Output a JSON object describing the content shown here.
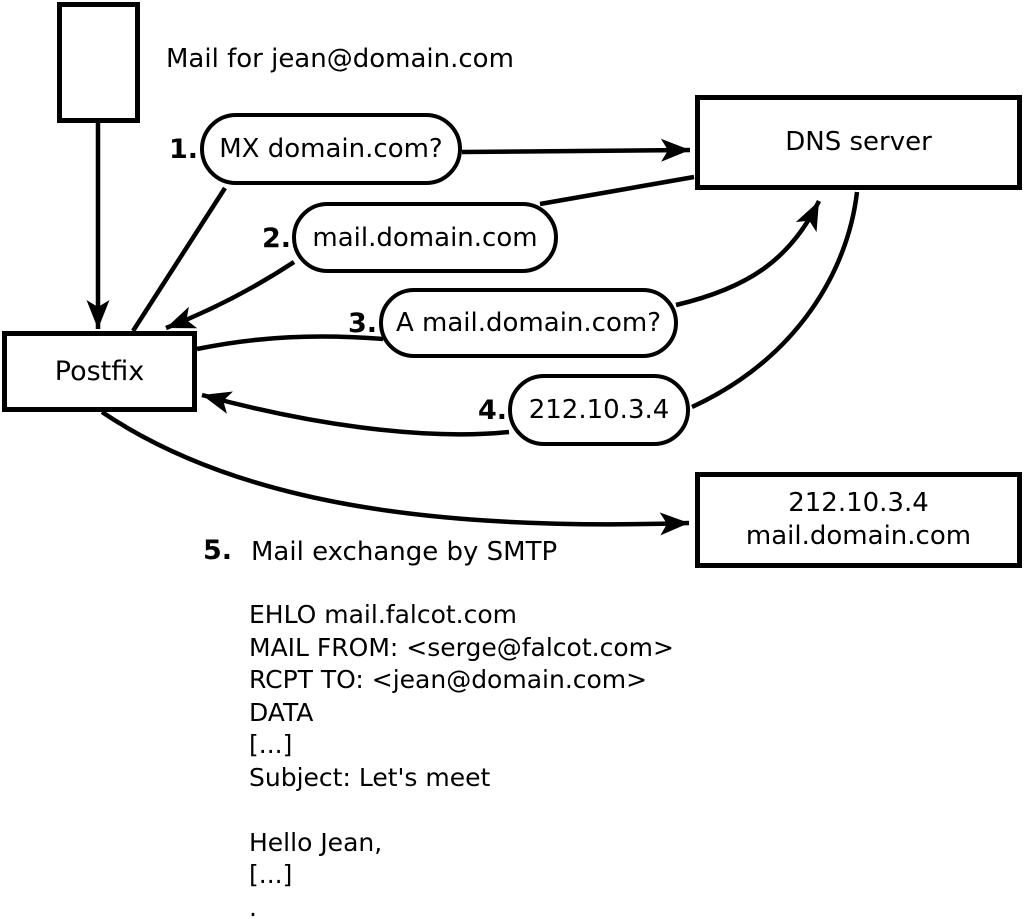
{
  "colors": {
    "ink": "#000000",
    "background": "#ffffff"
  },
  "title": "Mail for jean@domain.com",
  "nodes": {
    "postfix": {
      "label": "Postfix"
    },
    "dns": {
      "label": "DNS server"
    },
    "mail_server": {
      "line1": "212.10.3.4",
      "line2": "mail.domain.com"
    }
  },
  "steps": [
    {
      "num": "1.",
      "label": "MX domain.com?"
    },
    {
      "num": "2.",
      "label": "mail.domain.com"
    },
    {
      "num": "3.",
      "label": "A mail.domain.com?"
    },
    {
      "num": "4.",
      "label": "212.10.3.4"
    },
    {
      "num": "5.",
      "label": "Mail exchange by SMTP"
    }
  ],
  "smtp_session": {
    "lines": [
      "EHLO mail.falcot.com",
      "MAIL FROM: <serge@falcot.com>",
      "RCPT TO: <jean@domain.com>",
      "DATA",
      "[...]",
      "Subject: Let's meet",
      "",
      "Hello Jean,",
      "[...]",
      "."
    ]
  }
}
